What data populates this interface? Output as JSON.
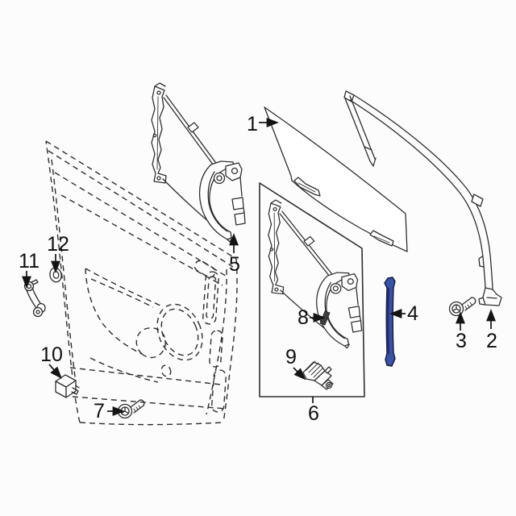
{
  "diagram": {
    "background_color": "#fcfcfc",
    "line_color": "#2e2e2e",
    "callout_text_color": "#0f0f0f",
    "highlighted_part": {
      "callout": "4",
      "fill_color": "#3a52a5",
      "shade_color": "#202c66",
      "outline_color": "#141a40"
    },
    "callouts": [
      {
        "label": "1"
      },
      {
        "label": "2"
      },
      {
        "label": "3"
      },
      {
        "label": "4"
      },
      {
        "label": "5"
      },
      {
        "label": "6"
      },
      {
        "label": "7"
      },
      {
        "label": "8"
      },
      {
        "label": "9"
      },
      {
        "label": "10"
      },
      {
        "label": "11"
      },
      {
        "label": "12"
      }
    ]
  }
}
